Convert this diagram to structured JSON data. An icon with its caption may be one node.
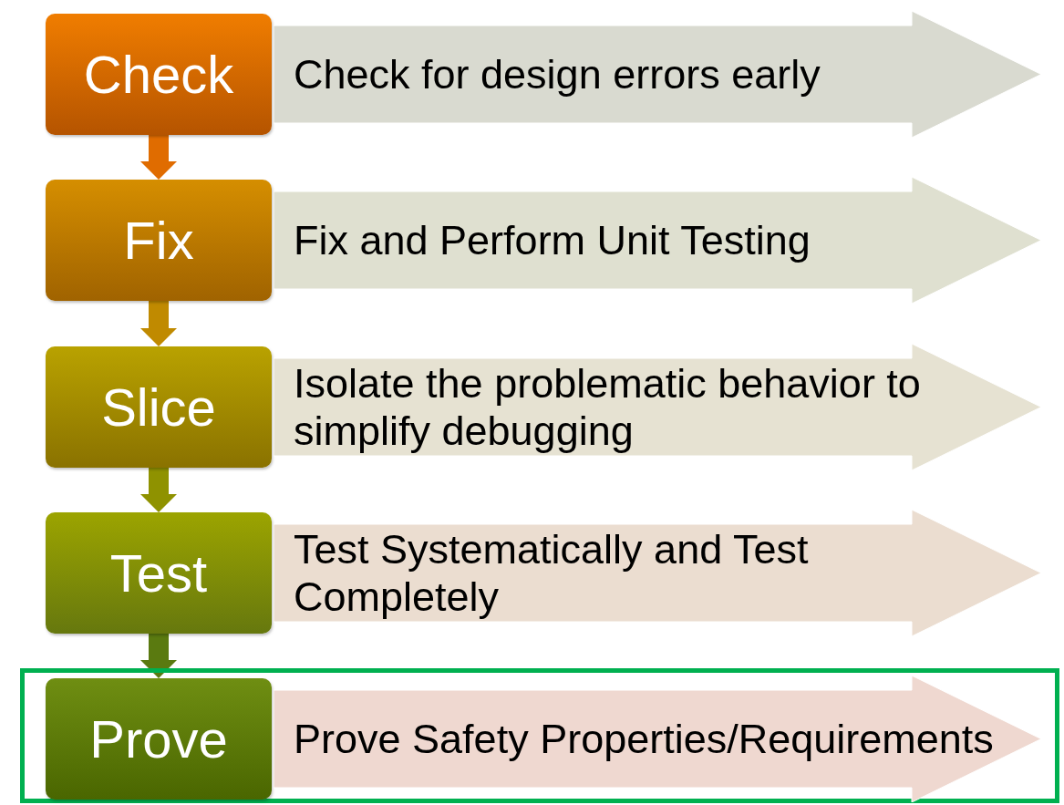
{
  "diagram": {
    "nodes": [
      {
        "text": [
          "Check"
        ]
      },
      {
        "text": [
          "Check for design errors early"
        ]
      },
      {
        "text": [
          "Fix"
        ]
      },
      {
        "text": [
          "Fix and Perform Unit Testing"
        ]
      },
      {
        "text": [
          "Slice"
        ]
      },
      {
        "text": [
          "Isolate the problematic behavior to simplify debugging"
        ]
      },
      {
        "text": [
          "Test"
        ]
      },
      {
        "text": [
          "Test Systematically and Test Completely"
        ]
      },
      {
        "text": [],
        "shape": "box"
      },
      {
        "text": [
          "Prove"
        ],
        "in": 8
      },
      {
        "text": [
          "Prove Safety Properties/Requirements"
        ],
        "in": 8
      }
    ],
    "edges": [
      {
        "from": 0,
        "to": 2,
        "arrow": "to",
        "color": "#e06c00"
      },
      {
        "from": 2,
        "to": 4,
        "arrow": "to",
        "color": "#c08a00"
      },
      {
        "from": 4,
        "to": 6,
        "arrow": "to",
        "color": "#8f9200"
      },
      {
        "from": 6,
        "to": 9,
        "arrow": "to",
        "color": "#5a7a10"
      }
    ]
  }
}
